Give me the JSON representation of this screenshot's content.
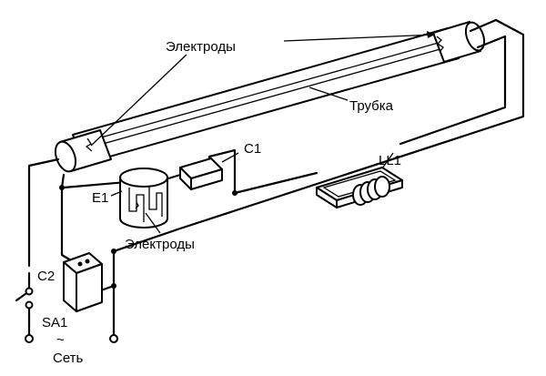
{
  "labels": {
    "electrodes_top": "Электроды",
    "tube": "Трубка",
    "c1": "C1",
    "ll1": "LL1",
    "e1": "E1",
    "electrodes_bottom": "Электроды",
    "c2": "C2",
    "sa1": "SA1",
    "ac_symbol": "~",
    "mains": "Сеть"
  },
  "colors": {
    "ink": "#000000",
    "paper": "#ffffff"
  }
}
